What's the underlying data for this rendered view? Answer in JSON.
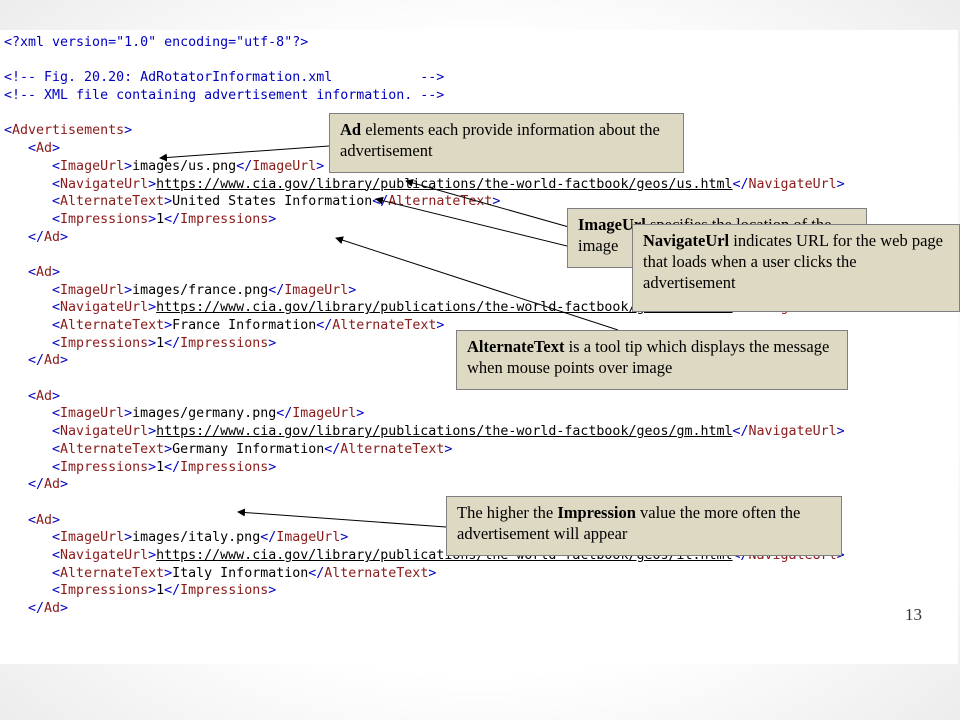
{
  "code_lines": [
    {
      "segs": [
        {
          "t": "<?xml version=\"1.0\" encoding=\"utf-8\"?>",
          "c": "blue"
        }
      ]
    },
    {
      "segs": []
    },
    {
      "segs": [
        {
          "t": "<!-- Fig. 20.20: AdRotatorInformation.xml           -->",
          "c": "blue"
        }
      ]
    },
    {
      "segs": [
        {
          "t": "<!-- XML file containing advertisement information. -->",
          "c": "blue"
        }
      ]
    },
    {
      "segs": []
    },
    {
      "segs": [
        {
          "t": "<",
          "c": "blue"
        },
        {
          "t": "Advertisements",
          "c": "brown"
        },
        {
          "t": ">",
          "c": "blue"
        }
      ]
    },
    {
      "segs": [
        {
          "t": "   <",
          "c": "blue"
        },
        {
          "t": "Ad",
          "c": "brown"
        },
        {
          "t": ">",
          "c": "blue"
        }
      ]
    },
    {
      "segs": [
        {
          "t": "      <",
          "c": "blue"
        },
        {
          "t": "ImageUrl",
          "c": "brown"
        },
        {
          "t": ">",
          "c": "blue"
        },
        {
          "t": "images/us.png",
          "c": "text"
        },
        {
          "t": "</",
          "c": "blue"
        },
        {
          "t": "ImageUrl",
          "c": "brown"
        },
        {
          "t": ">",
          "c": "blue"
        }
      ]
    },
    {
      "segs": [
        {
          "t": "      <",
          "c": "blue"
        },
        {
          "t": "NavigateUrl",
          "c": "brown"
        },
        {
          "t": ">",
          "c": "blue"
        },
        {
          "t": "https://www.cia.gov/library/publications/the-world-factbook/geos/us.html",
          "c": "url"
        },
        {
          "t": "</",
          "c": "blue"
        },
        {
          "t": "NavigateUrl",
          "c": "brown"
        },
        {
          "t": ">",
          "c": "blue"
        }
      ]
    },
    {
      "segs": [
        {
          "t": "      <",
          "c": "blue"
        },
        {
          "t": "AlternateText",
          "c": "brown"
        },
        {
          "t": ">",
          "c": "blue"
        },
        {
          "t": "United States Information",
          "c": "text"
        },
        {
          "t": "</",
          "c": "blue"
        },
        {
          "t": "AlternateText",
          "c": "brown"
        },
        {
          "t": ">",
          "c": "blue"
        }
      ]
    },
    {
      "segs": [
        {
          "t": "      <",
          "c": "blue"
        },
        {
          "t": "Impressions",
          "c": "brown"
        },
        {
          "t": ">",
          "c": "blue"
        },
        {
          "t": "1",
          "c": "text"
        },
        {
          "t": "</",
          "c": "blue"
        },
        {
          "t": "Impressions",
          "c": "brown"
        },
        {
          "t": ">",
          "c": "blue"
        }
      ]
    },
    {
      "segs": [
        {
          "t": "   </",
          "c": "blue"
        },
        {
          "t": "Ad",
          "c": "brown"
        },
        {
          "t": ">",
          "c": "blue"
        }
      ]
    },
    {
      "segs": []
    },
    {
      "segs": [
        {
          "t": "   <",
          "c": "blue"
        },
        {
          "t": "Ad",
          "c": "brown"
        },
        {
          "t": ">",
          "c": "blue"
        }
      ]
    },
    {
      "segs": [
        {
          "t": "      <",
          "c": "blue"
        },
        {
          "t": "ImageUrl",
          "c": "brown"
        },
        {
          "t": ">",
          "c": "blue"
        },
        {
          "t": "images/france.png",
          "c": "text"
        },
        {
          "t": "</",
          "c": "blue"
        },
        {
          "t": "ImageUrl",
          "c": "brown"
        },
        {
          "t": ">",
          "c": "blue"
        }
      ]
    },
    {
      "segs": [
        {
          "t": "      <",
          "c": "blue"
        },
        {
          "t": "NavigateUrl",
          "c": "brown"
        },
        {
          "t": ">",
          "c": "blue"
        },
        {
          "t": "https://www.cia.gov/library/publications/the-world-factbook/geos/fr.html",
          "c": "url"
        },
        {
          "t": "</",
          "c": "blue"
        },
        {
          "t": "NavigateUrl",
          "c": "brown"
        },
        {
          "t": ">",
          "c": "blue"
        }
      ]
    },
    {
      "segs": [
        {
          "t": "      <",
          "c": "blue"
        },
        {
          "t": "AlternateText",
          "c": "brown"
        },
        {
          "t": ">",
          "c": "blue"
        },
        {
          "t": "France Information",
          "c": "text"
        },
        {
          "t": "</",
          "c": "blue"
        },
        {
          "t": "AlternateText",
          "c": "brown"
        },
        {
          "t": ">",
          "c": "blue"
        }
      ]
    },
    {
      "segs": [
        {
          "t": "      <",
          "c": "blue"
        },
        {
          "t": "Impressions",
          "c": "brown"
        },
        {
          "t": ">",
          "c": "blue"
        },
        {
          "t": "1",
          "c": "text"
        },
        {
          "t": "</",
          "c": "blue"
        },
        {
          "t": "Impressions",
          "c": "brown"
        },
        {
          "t": ">",
          "c": "blue"
        }
      ]
    },
    {
      "segs": [
        {
          "t": "   </",
          "c": "blue"
        },
        {
          "t": "Ad",
          "c": "brown"
        },
        {
          "t": ">",
          "c": "blue"
        }
      ]
    },
    {
      "segs": []
    },
    {
      "segs": [
        {
          "t": "   <",
          "c": "blue"
        },
        {
          "t": "Ad",
          "c": "brown"
        },
        {
          "t": ">",
          "c": "blue"
        }
      ]
    },
    {
      "segs": [
        {
          "t": "      <",
          "c": "blue"
        },
        {
          "t": "ImageUrl",
          "c": "brown"
        },
        {
          "t": ">",
          "c": "blue"
        },
        {
          "t": "images/germany.png",
          "c": "text"
        },
        {
          "t": "</",
          "c": "blue"
        },
        {
          "t": "ImageUrl",
          "c": "brown"
        },
        {
          "t": ">",
          "c": "blue"
        }
      ]
    },
    {
      "segs": [
        {
          "t": "      <",
          "c": "blue"
        },
        {
          "t": "NavigateUrl",
          "c": "brown"
        },
        {
          "t": ">",
          "c": "blue"
        },
        {
          "t": "https://www.cia.gov/library/publications/the-world-factbook/geos/gm.html",
          "c": "url"
        },
        {
          "t": "</",
          "c": "blue"
        },
        {
          "t": "NavigateUrl",
          "c": "brown"
        },
        {
          "t": ">",
          "c": "blue"
        }
      ]
    },
    {
      "segs": [
        {
          "t": "      <",
          "c": "blue"
        },
        {
          "t": "AlternateText",
          "c": "brown"
        },
        {
          "t": ">",
          "c": "blue"
        },
        {
          "t": "Germany Information",
          "c": "text"
        },
        {
          "t": "</",
          "c": "blue"
        },
        {
          "t": "AlternateText",
          "c": "brown"
        },
        {
          "t": ">",
          "c": "blue"
        }
      ]
    },
    {
      "segs": [
        {
          "t": "      <",
          "c": "blue"
        },
        {
          "t": "Impressions",
          "c": "brown"
        },
        {
          "t": ">",
          "c": "blue"
        },
        {
          "t": "1",
          "c": "text"
        },
        {
          "t": "</",
          "c": "blue"
        },
        {
          "t": "Impressions",
          "c": "brown"
        },
        {
          "t": ">",
          "c": "blue"
        }
      ]
    },
    {
      "segs": [
        {
          "t": "   </",
          "c": "blue"
        },
        {
          "t": "Ad",
          "c": "brown"
        },
        {
          "t": ">",
          "c": "blue"
        }
      ]
    },
    {
      "segs": []
    },
    {
      "segs": [
        {
          "t": "   <",
          "c": "blue"
        },
        {
          "t": "Ad",
          "c": "brown"
        },
        {
          "t": ">",
          "c": "blue"
        }
      ]
    },
    {
      "segs": [
        {
          "t": "      <",
          "c": "blue"
        },
        {
          "t": "ImageUrl",
          "c": "brown"
        },
        {
          "t": ">",
          "c": "blue"
        },
        {
          "t": "images/italy.png",
          "c": "text"
        },
        {
          "t": "</",
          "c": "blue"
        },
        {
          "t": "ImageUrl",
          "c": "brown"
        },
        {
          "t": ">",
          "c": "blue"
        }
      ]
    },
    {
      "segs": [
        {
          "t": "      <",
          "c": "blue"
        },
        {
          "t": "NavigateUrl",
          "c": "brown"
        },
        {
          "t": ">",
          "c": "blue"
        },
        {
          "t": "https://www.cia.gov/library/publications/the-world-factbook/geos/it.html",
          "c": "url"
        },
        {
          "t": "</",
          "c": "blue"
        },
        {
          "t": "NavigateUrl",
          "c": "brown"
        },
        {
          "t": ">",
          "c": "blue"
        }
      ]
    },
    {
      "segs": [
        {
          "t": "      <",
          "c": "blue"
        },
        {
          "t": "AlternateText",
          "c": "brown"
        },
        {
          "t": ">",
          "c": "blue"
        },
        {
          "t": "Italy Information",
          "c": "text"
        },
        {
          "t": "</",
          "c": "blue"
        },
        {
          "t": "AlternateText",
          "c": "brown"
        },
        {
          "t": ">",
          "c": "blue"
        }
      ]
    },
    {
      "segs": [
        {
          "t": "      <",
          "c": "blue"
        },
        {
          "t": "Impressions",
          "c": "brown"
        },
        {
          "t": ">",
          "c": "blue"
        },
        {
          "t": "1",
          "c": "text"
        },
        {
          "t": "</",
          "c": "blue"
        },
        {
          "t": "Impressions",
          "c": "brown"
        },
        {
          "t": ">",
          "c": "blue"
        }
      ]
    },
    {
      "segs": [
        {
          "t": "   </",
          "c": "blue"
        },
        {
          "t": "Ad",
          "c": "brown"
        },
        {
          "t": ">",
          "c": "blue"
        }
      ]
    }
  ],
  "callouts": {
    "ad": {
      "bold": "Ad",
      "text": " elements each provide information about the advertisement"
    },
    "image": {
      "bold": "ImageUrl",
      "text": " specifies the location of the image"
    },
    "nav": {
      "bold": "NavigateUrl",
      "text": " indicates URL for the web page that loads when a user clicks the advertisement"
    },
    "alt": {
      "bold": "AlternateText",
      "text": " is a tool tip which displays the message  when mouse points over image"
    },
    "imp": {
      "pre": "The higher the ",
      "bold": "Impression",
      "text": " value the more often the advertisement will appear"
    }
  },
  "slide_number": "13",
  "colors": {
    "markup": "#0000c0",
    "element_name": "#8b1a1a",
    "callout_fill": "#ddd9c3"
  }
}
